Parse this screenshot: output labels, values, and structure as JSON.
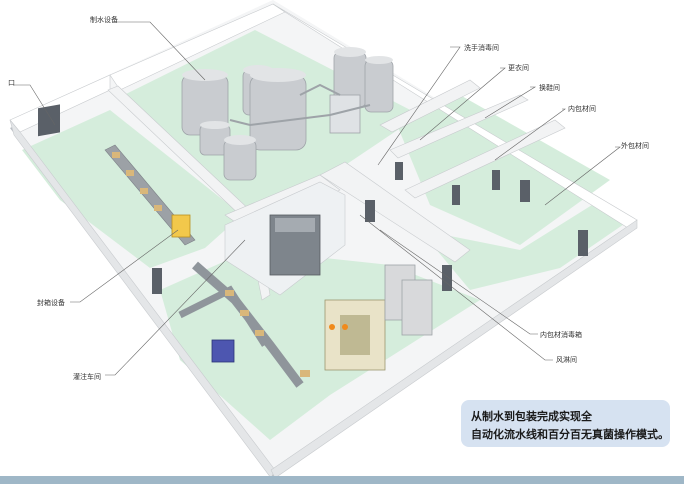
{
  "labels": {
    "water_equipment": "制水设备",
    "door_left": "口",
    "hand_disinfection": "洗手消毒间",
    "changing_room": "更衣间",
    "shoe_change": "换鞋间",
    "inner_material": "内包材间",
    "outer_material": "外包材间",
    "sealing_equipment": "封箱设备",
    "filling_workshop": "灌注车间",
    "inner_material_disinfection_cabinet": "内包材消毒箱",
    "air_shower": "风淋间"
  },
  "caption": {
    "line1": "从制水到包装完成实现全",
    "line2": "自动化流水线和百分百无真菌操作模式。"
  },
  "colors": {
    "floor": "#d5eddc",
    "wall_top": "#ffffff",
    "wall_side": "#e4e6e8",
    "slab": "#b9bec4",
    "caption_bg": "#d6e2f1",
    "bottom_bar": "#9fb7c7"
  }
}
